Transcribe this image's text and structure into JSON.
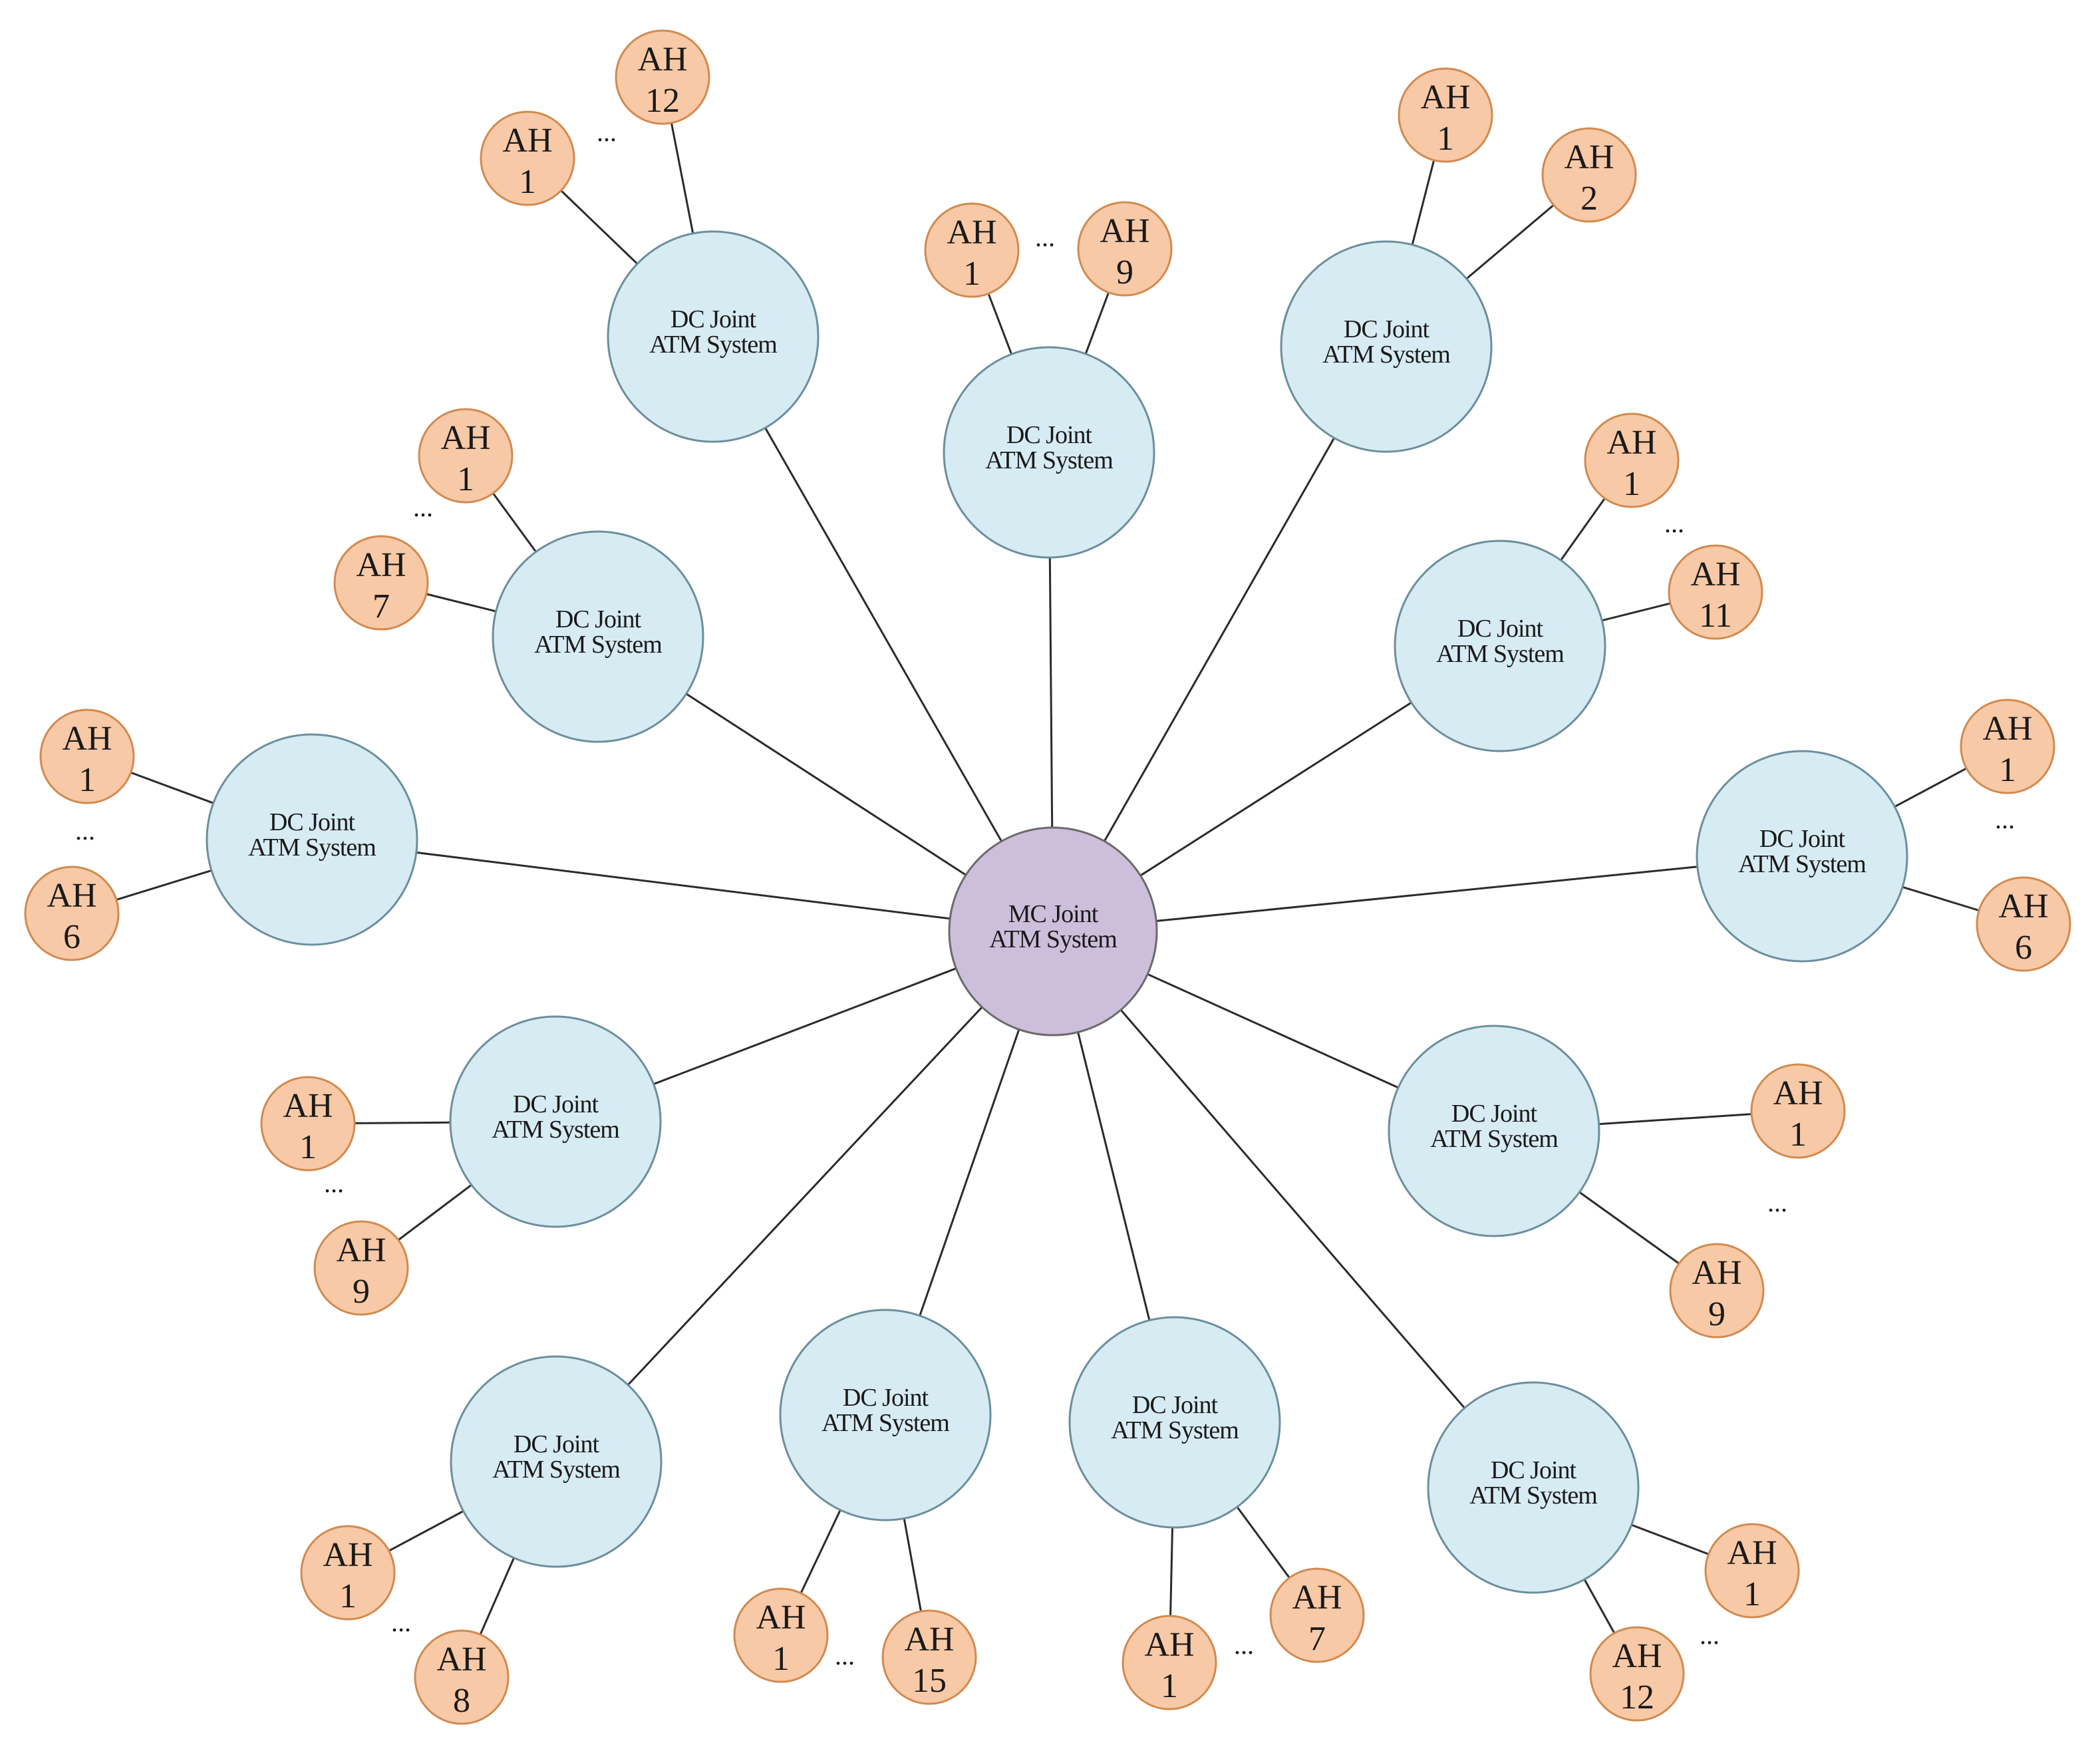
{
  "hub": {
    "line1": "MC Joint",
    "line2": "ATM System"
  },
  "dc_label": {
    "line1": "DC Joint",
    "line2": "ATM System"
  },
  "ah_prefix": "AH",
  "ellipsis": "...",
  "groups": [
    {
      "first": "1",
      "last": "12"
    },
    {
      "first": "1",
      "last": "9"
    },
    {
      "first": "1",
      "last": "2"
    },
    {
      "first": "1",
      "last": "7"
    },
    {
      "first": "1",
      "last": "11"
    },
    {
      "first": "1",
      "last": "6"
    },
    {
      "first": "1",
      "last": "6"
    },
    {
      "first": "1",
      "last": "9"
    },
    {
      "first": "1",
      "last": "9"
    },
    {
      "first": "1",
      "last": "8"
    },
    {
      "first": "1",
      "last": "15"
    },
    {
      "first": "1",
      "last": "7"
    },
    {
      "first": "1",
      "last": "12"
    }
  ],
  "colors": {
    "hub": "#cdbfdb",
    "dc": "#d7ebf3",
    "ah": "#f8c9a6",
    "edge": "#2b2b2b"
  }
}
